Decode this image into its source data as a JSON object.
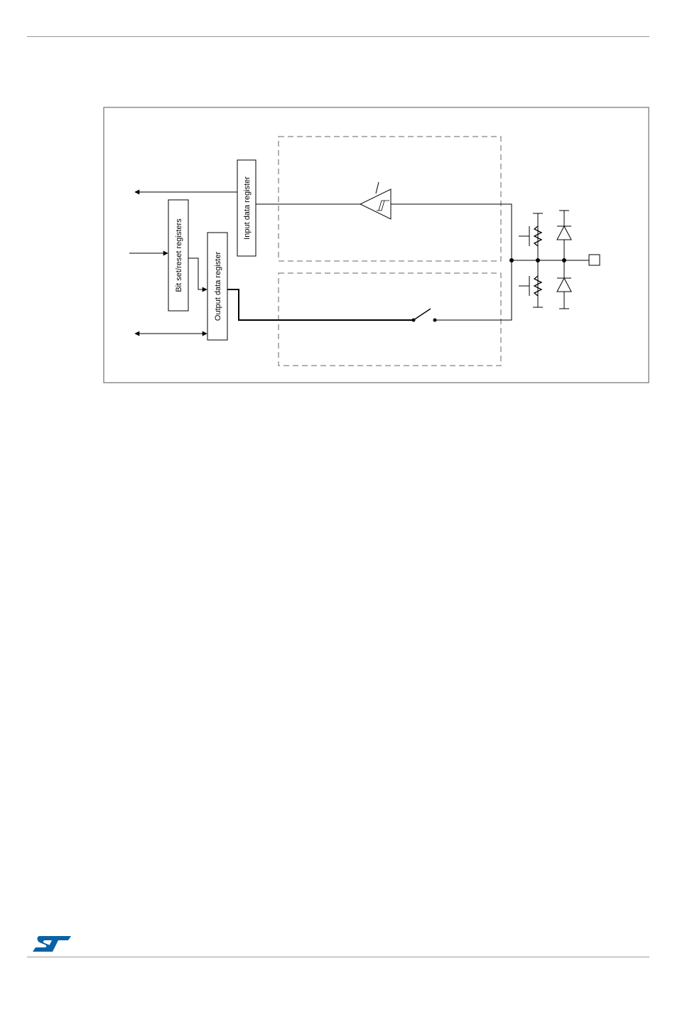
{
  "diagram": {
    "blocks": {
      "input_data_register": "Input data register",
      "bit_set_reset_registers": "Bit set/reset registers",
      "output_data_register": "Output data register"
    }
  },
  "footer": {
    "logo_icon": "st-logo-icon",
    "logo_color": "#0a62a6"
  },
  "colors": {
    "line": "#000000",
    "frame": "#555555",
    "dashed": "#666666"
  }
}
